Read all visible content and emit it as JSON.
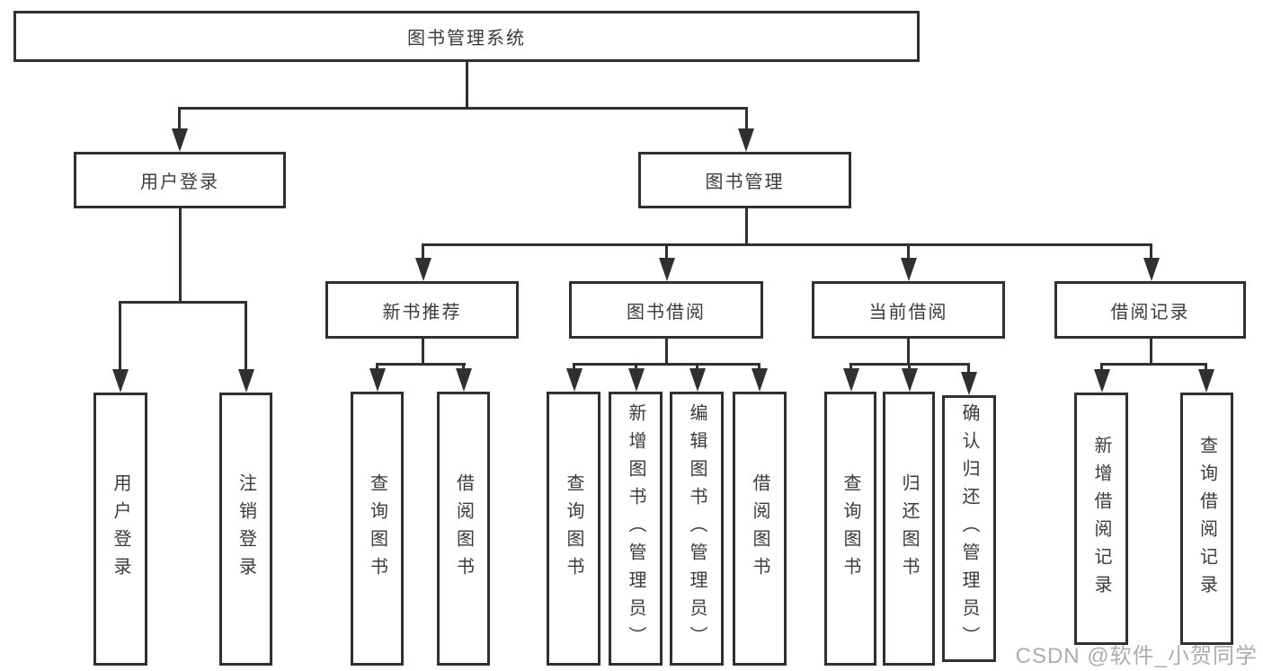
{
  "diagram_title": "图书管理系统",
  "colors": {
    "line": "#303030",
    "text": "#3b3b3b",
    "background": "#ffffff",
    "watermark": "#adadad"
  },
  "tree": {
    "label": "图书管理系统",
    "children": [
      {
        "label": "用户登录",
        "children": [
          {
            "label": "用户登录"
          },
          {
            "label": "注销登录"
          }
        ]
      },
      {
        "label": "图书管理",
        "children": [
          {
            "label": "新书推荐",
            "children": [
              {
                "label": "查询图书"
              },
              {
                "label": "借阅图书"
              }
            ]
          },
          {
            "label": "图书借阅",
            "children": [
              {
                "label": "查询图书"
              },
              {
                "label": "新增图书（管理员）"
              },
              {
                "label": "编辑图书（管理员）"
              },
              {
                "label": "借阅图书"
              }
            ]
          },
          {
            "label": "当前借阅",
            "children": [
              {
                "label": "查询图书"
              },
              {
                "label": "归还图书"
              },
              {
                "label": "确认归还（管理员）"
              }
            ]
          },
          {
            "label": "借阅记录",
            "children": [
              {
                "label": "新增借阅记录"
              },
              {
                "label": "查询借阅记录"
              }
            ]
          }
        ]
      }
    ]
  },
  "watermark": {
    "text": "CSDN @软件_小贺同学"
  }
}
